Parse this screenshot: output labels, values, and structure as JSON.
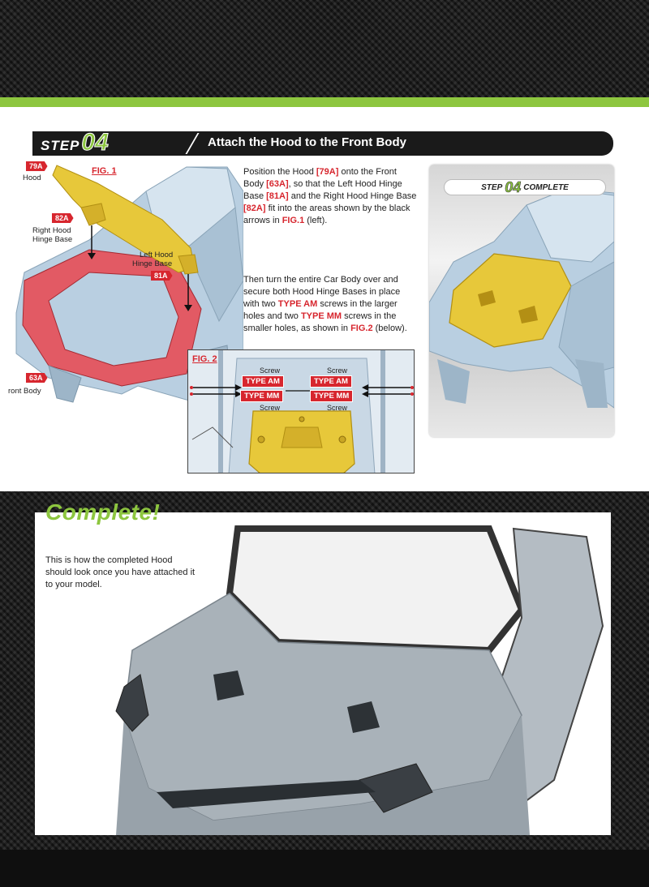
{
  "step": {
    "word": "STEP",
    "number": "04",
    "title": "Attach the Hood to the Front Body"
  },
  "fig1": {
    "label": "FIG. 1",
    "parts": {
      "hood_tag": "79A",
      "hood_name": "Hood",
      "right_hinge_tag": "82A",
      "right_hinge_name_1": "Right Hood",
      "right_hinge_name_2": "Hinge Base",
      "left_hinge_name_1": "Left Hood",
      "left_hinge_name_2": "Hinge Base",
      "left_hinge_tag": "81A",
      "front_body_tag": "63A",
      "front_body_name": "ront Body"
    }
  },
  "instructions": {
    "p1": [
      {
        "t": "Position the Hood ",
        "h": false
      },
      {
        "t": "[79A]",
        "h": true
      },
      {
        "t": " onto the Front Body ",
        "h": false
      },
      {
        "t": "[63A]",
        "h": true
      },
      {
        "t": ", so that the Left Hood Hinge Base ",
        "h": false
      },
      {
        "t": "[81A]",
        "h": true
      },
      {
        "t": " and the Right Hood Hinge Base ",
        "h": false
      },
      {
        "t": "[82A]",
        "h": true
      },
      {
        "t": " fit into the areas shown by the black arrows in ",
        "h": false
      },
      {
        "t": "FIG.1",
        "h": true
      },
      {
        "t": " (left).",
        "h": false
      }
    ],
    "p2": [
      {
        "t": "Then turn the entire Car Body over and secure both Hood Hinge Bases in place with two ",
        "h": false
      },
      {
        "t": "TYPE AM",
        "h": true
      },
      {
        "t": " screws in the larger holes and two ",
        "h": false
      },
      {
        "t": "TYPE MM",
        "h": true
      },
      {
        "t": " screws in the smaller holes, as shown in ",
        "h": false
      },
      {
        "t": "FIG.2",
        "h": true
      },
      {
        "t": " (below).",
        "h": false
      }
    ]
  },
  "fig2": {
    "label": "FIG. 2",
    "screw_word": "Screw",
    "type_am": "TYPE AM",
    "type_mm": "TYPE MM"
  },
  "complete_badge": {
    "word_step": "STEP",
    "number": "04",
    "word_complete": "COMPLETE"
  },
  "complete": {
    "heading": "Complete!",
    "subtitle": "The Hood is complete",
    "body": "This is how the completed Hood should look once you have attached it to your model."
  },
  "colors": {
    "accent_green": "#8dc63f",
    "highlight_red": "#d7262e",
    "hood_yellow": "#e7c83a",
    "body_blue": "#b8cfe0"
  }
}
